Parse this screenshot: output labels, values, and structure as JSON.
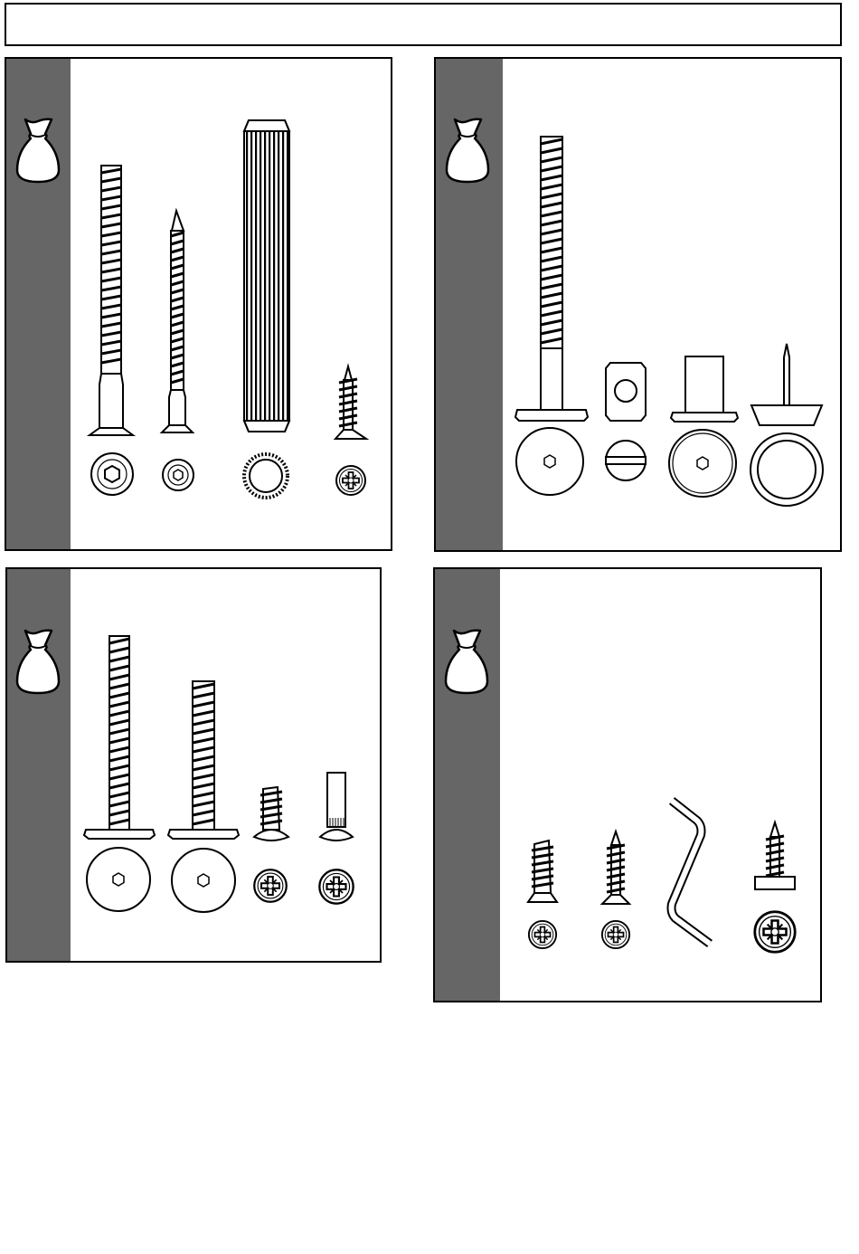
{
  "header": {
    "title": ""
  },
  "colors": {
    "sidebar": "#666666",
    "stroke": "#000000",
    "background": "#ffffff"
  },
  "panels": [
    {
      "id": "panel-1",
      "bag_icon": "bag-icon",
      "parts": [
        "flat-head-hex-bolt",
        "flat-head-hex-screw",
        "wooden-dowel",
        "cross-head-wood-screw"
      ]
    },
    {
      "id": "panel-2",
      "bag_icon": "bag-icon",
      "parts": [
        "long-hex-bolt",
        "slotted-nut",
        "hex-connector-cap",
        "furniture-glide-nail"
      ]
    },
    {
      "id": "panel-3",
      "bag_icon": "bag-icon",
      "parts": [
        "long-wafer-head-bolt",
        "short-wafer-head-bolt",
        "cross-head-euro-screw",
        "cross-head-pin"
      ]
    },
    {
      "id": "panel-4",
      "bag_icon": "bag-icon",
      "parts": [
        "countersunk-euro-screw",
        "countersunk-wood-screw",
        "allen-key",
        "pan-head-screw"
      ]
    }
  ]
}
